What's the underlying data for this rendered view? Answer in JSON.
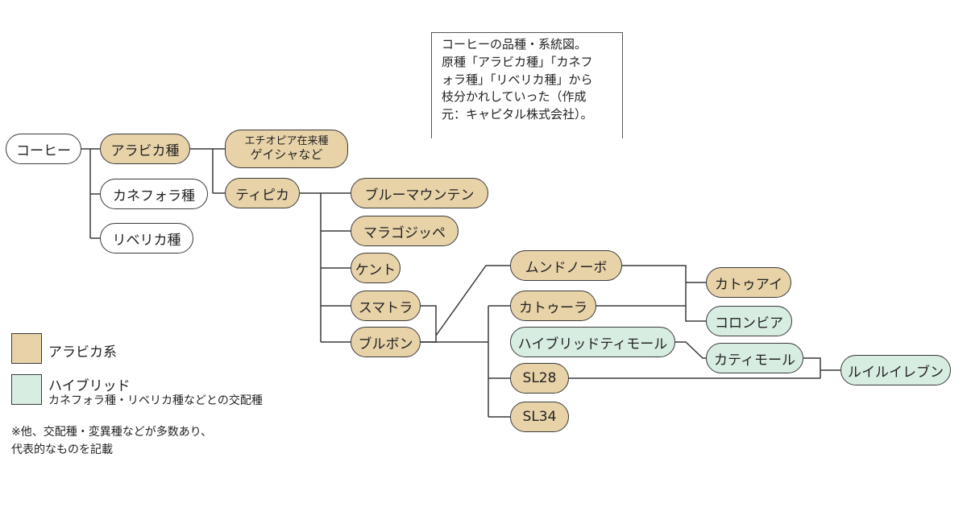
{
  "note": {
    "lines": [
      "コーヒーの品種・系統図。",
      "原種「アラビカ種」「カネフ",
      "ォラ種」「リベリカ種」から",
      "枝分かれしていった（作成",
      "元：キャピタル株式会社）。"
    ]
  },
  "nodes": {
    "coffee": "コーヒー",
    "arabica_species": "アラビカ種",
    "canephora_species": "カネフォラ種",
    "liberica_species": "リベリカ種",
    "ethiopia_line1": "エチオピア在来種",
    "ethiopia_line2": "ゲイシャなど",
    "typica": "ティピカ",
    "blue_mountain": "ブルーマウンテン",
    "maragogipe": "マラゴジッペ",
    "kent": "ケント",
    "sumatra": "スマトラ",
    "bourbon": "ブルボン",
    "mundo_novo": "ムンドノーボ",
    "caturra": "カトゥーラ",
    "hibrido_timor": "ハイブリッドティモール",
    "sl28": "SL28",
    "sl34": "SL34",
    "catuai": "カトゥアイ",
    "colombia": "コロンビア",
    "catimor": "カティモール",
    "ruiru11": "ルイルイレブン"
  },
  "legend": {
    "arabica_label": "アラビカ系",
    "hybrid_label": "ハイブリッド",
    "hybrid_sub": "カネフォラ種・リベリカ種などとの交配種",
    "arabica_color": "#e8d3a9",
    "hybrid_color": "#d8ede2"
  },
  "footnote": {
    "line1": "※他、交配種・変異種などが多数あり、",
    "line2": "代表的なものを記載"
  }
}
